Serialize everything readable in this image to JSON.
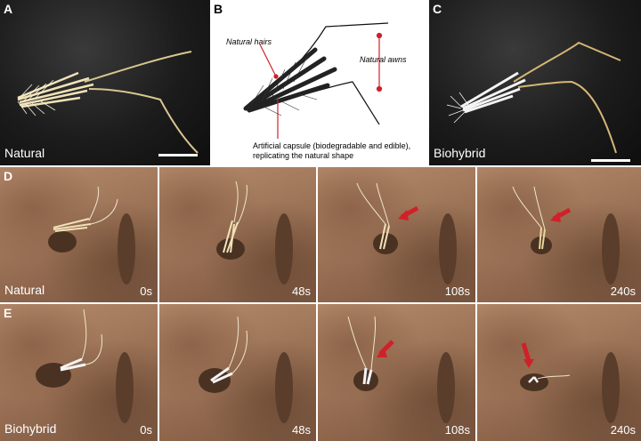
{
  "panels": {
    "A": {
      "label": "A",
      "caption": "Natural"
    },
    "B": {
      "label": "B",
      "natural_hairs": "Natural hairs",
      "natural_awns": "Natural awns",
      "capsule_line1": "Artificial capsule (biodegradable and edible),",
      "capsule_line2": "replicating the natural shape"
    },
    "C": {
      "label": "C",
      "caption": "Biohybrid"
    },
    "D": {
      "label": "D",
      "row_label": "Natural",
      "times": [
        "0s",
        "48s",
        "108s",
        "240s"
      ]
    },
    "E": {
      "label": "E",
      "row_label": "Biohybrid",
      "times": [
        "0s",
        "48s",
        "108s",
        "240s"
      ]
    }
  },
  "colors": {
    "arrow_red": "#d0202a",
    "seed_natural": "#f1e2b8",
    "seed_biohybrid": "#f4f4f4"
  }
}
